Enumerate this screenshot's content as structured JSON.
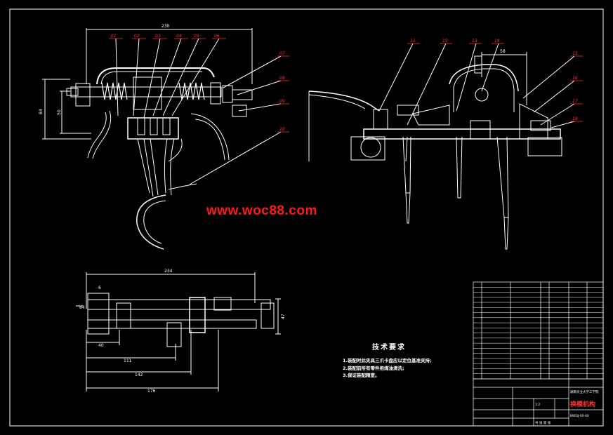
{
  "watermark": "www.woc88.com",
  "tech_requirements": {
    "title": "技术要求",
    "items": [
      "1.装配时此夹具三爪卡盘应以定位基准夹持;",
      "2.装配前所有零件用煤油清洗;",
      "3.保证装配精度。"
    ]
  },
  "part_labels_left": [
    "01",
    "02",
    "03",
    "04",
    "05",
    "06",
    "07",
    "08",
    "09",
    "10"
  ],
  "part_labels_right": [
    "11",
    "12",
    "13",
    "14",
    "15",
    "16",
    "17",
    "18"
  ],
  "dimensions": {
    "top_width": "230",
    "left_height": "84",
    "left_inner": "50",
    "right_top": "58",
    "bottom_total": "234",
    "bottom_small": "6",
    "bottom_84": "84",
    "bottom_47": "47",
    "bottom_40": "40",
    "bottom_111": "111",
    "bottom_142": "142",
    "bottom_176": "176"
  },
  "title_block": {
    "title": "换模机构",
    "school": "湖南农业大学工学院",
    "drawing_no": "BWDJ-00-00",
    "ratio": "1:2",
    "sheet_label": "共 张 第 张"
  },
  "colors": {
    "line": "#ffffff",
    "accent": "#ff3030",
    "dim": "#ffffff",
    "bg": "#000000"
  }
}
